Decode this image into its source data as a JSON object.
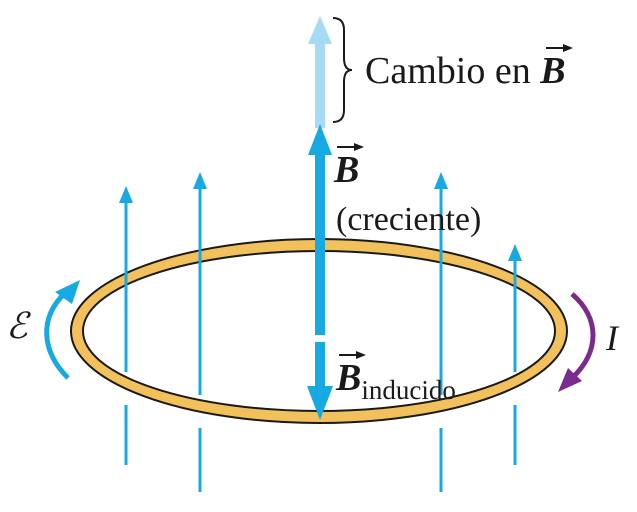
{
  "labels": {
    "change_text": "Cambio en ",
    "change_symbol": "B",
    "field_symbol": "B",
    "field_note": "(creciente)",
    "induced_symbol": "B",
    "induced_subscript": "inducido",
    "emf_symbol": "ℰ",
    "current_symbol": "I"
  },
  "colors": {
    "field": "#17a9e1",
    "field_light": "#a6dcf3",
    "ring_fill": "#f2c15c",
    "ring_stroke": "#1a1a1a",
    "current": "#7b2a8e",
    "emf": "#17a9e1",
    "text": "#1a1a1a"
  }
}
